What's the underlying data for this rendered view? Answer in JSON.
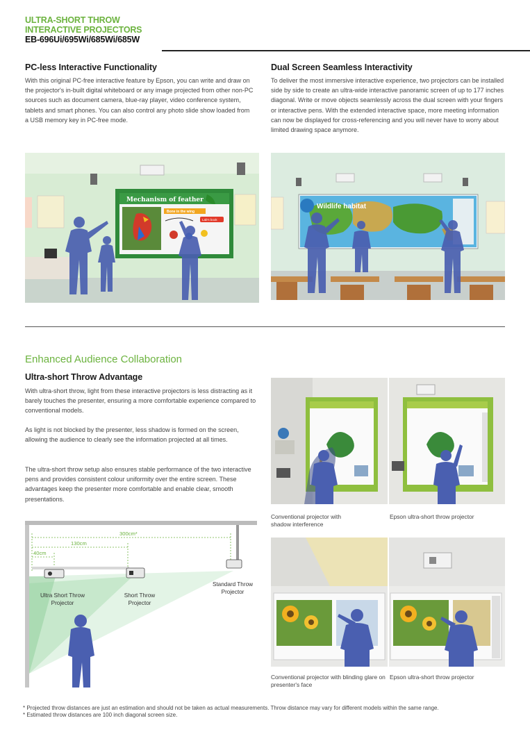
{
  "header": {
    "line1": "ULTRA-SHORT THROW",
    "line2": "INTERACTIVE PROJECTORS",
    "model": "EB-696Ui/695Wi/685Wi/685W"
  },
  "pc_less": {
    "title": "PC-less Interactive Functionality",
    "body": "With this original PC-free interactive feature by Epson, you can write and draw on the projector's in-built digital whiteboard or any image projected from other non-PC sources such as document camera, blue-ray player, video conference system, tablets and smart phones. You can also control any photo slide show loaded from a USB memory key in PC-free mode.",
    "screen_title": "Mechanism of feather",
    "screen_sub1": "Bone in the wing",
    "screen_sub2": "Lab's book"
  },
  "dual_screen": {
    "title": "Dual Screen Seamless Interactivity",
    "body": "To deliver the most immersive interactive experience, two projectors can be installed side by side to create an ultra-wide interactive panoramic screen of up to 177 inches diagonal. Write or move objects seamlessly across the dual screen with your fingers or interactive pens. With the extended interactive space, more meeting information can now be displayed for cross-referencing and you will never have to worry about limited drawing space anymore.",
    "screen_title": "Wildlife habitat"
  },
  "collab": {
    "heading": "Enhanced Audience Collaboration",
    "sub": "Ultra-short Throw Advantage",
    "p1": "With ultra-short throw, light from these interactive projectors is less distracting as it barely touches the presenter, ensuring a more comfortable experience compared to conventional models.",
    "p2": "As light is not blocked by the presenter, less shadow is formed on the screen, allowing the audience to clearly see the information projected at all times.",
    "p3": "The ultra-short throw setup also ensures stable performance of the two interactive pens and provides consistent colour uniformity over the entire screen. These advantages keep the presenter more comfortable and enable clear, smooth presentations."
  },
  "diagram": {
    "dim_300": "300cm*",
    "dim_130": "130cm",
    "dim_40": "40cm",
    "label_ust": "Ultra Short Throw Projector",
    "label_st": "Short Throw Projector",
    "label_std": "Standard Throw Projector"
  },
  "captions": {
    "c1": "Conventional projector with shadow interference",
    "c2": "Epson ultra-short throw projector",
    "c3": "Conventional projector with blinding glare on presenter's face",
    "c4": "Epson ultra-short throw projector"
  },
  "footnotes": {
    "f1": "* Projected throw distances are just an estimation and should not be taken as actual measurements. Throw distance may vary for different models within the same range.",
    "f2": "* Estimated throw distances are 100 inch diagonal screen size."
  },
  "colors": {
    "brand_green": "#6cb33f",
    "silhouette": "#4a5fb0"
  }
}
